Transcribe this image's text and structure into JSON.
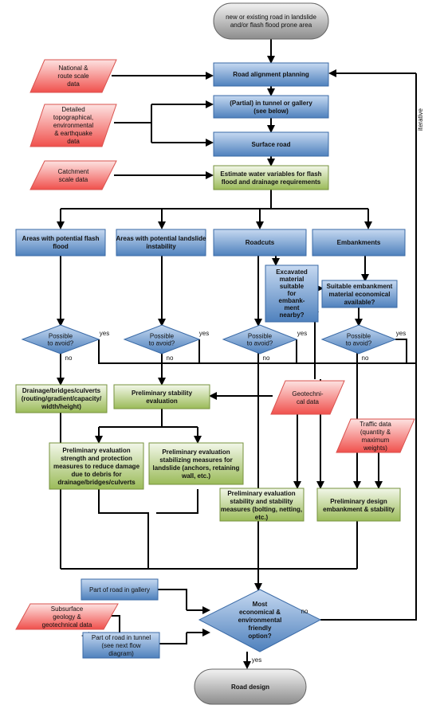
{
  "nodes": {
    "start": [
      "new or existing road in landslide",
      "and/or flash flood prone area"
    ],
    "end": [
      "Road design"
    ],
    "data_national": [
      "National &",
      "route scale",
      "data"
    ],
    "data_detailed": [
      "Detailed",
      "topographical,",
      "environmental",
      "& earthquake",
      "data"
    ],
    "data_catchment": [
      "Catchment",
      "scale data"
    ],
    "data_geotech": [
      "Geotechni-",
      "cal data"
    ],
    "data_traffic": [
      "Traffic data",
      "(quantity &",
      "maximum",
      "weights)"
    ],
    "data_subsurface": [
      "Subsurface",
      "geology &",
      "geotechnical  data"
    ],
    "road_alignment": [
      "Road alignment planning"
    ],
    "tunnel_gallery": [
      "(Partial) in tunnel or gallery",
      "(see below)"
    ],
    "surface_road": [
      "Surface road"
    ],
    "estimate_water": [
      "Estimate water variables for flash",
      "flood and drainage requirements"
    ],
    "areas_flash": [
      "Areas with potential flash",
      "flood"
    ],
    "areas_landslide": [
      "Areas with potential landslide",
      "instability"
    ],
    "roadcuts": [
      "Roadcuts"
    ],
    "embankments": [
      "Embankments"
    ],
    "excavated": [
      "Excavated",
      "material",
      "suitable",
      "for",
      "embank-",
      "ment",
      "nearby?"
    ],
    "suitable_embank": [
      "Suitable embankment",
      "material economical",
      "available?"
    ],
    "avoid1": [
      "Possible",
      "to avoid?"
    ],
    "avoid2": [
      "Possible",
      "to avoid?"
    ],
    "avoid3": [
      "Possible",
      "to avoid?"
    ],
    "avoid4": [
      "Possible",
      "to avoid?"
    ],
    "drainage": [
      "Drainage/bridges/culverts",
      "(routing/gradient/capacity/",
      "width/height)"
    ],
    "prelim_stability": [
      "Preliminary stability",
      "evaluation"
    ],
    "prelim_strength": [
      "Preliminary evaluation",
      "strength and protection",
      "measures to reduce damage",
      "due to debris for",
      "drainage/bridges/culverts"
    ],
    "prelim_stabilizing": [
      "Preliminary evaluation",
      "stabilizing measures for",
      "landslide (anchors, retaining",
      "wall, etc.)"
    ],
    "prelim_bolting": [
      "Preliminary evaluation",
      "stability and stability",
      "measures (bolting, netting,",
      "etc.)"
    ],
    "prelim_design": [
      "Preliminary design",
      "embankment & stability"
    ],
    "part_gallery": [
      "Part of road in gallery"
    ],
    "part_tunnel": [
      "Part of road in tunnel",
      "(see next flow",
      "diagram)"
    ],
    "most_economical": [
      "Most",
      "economical &",
      "environmental",
      "friendly",
      "option?"
    ]
  },
  "edge_labels": {
    "iterative": "iterative",
    "yes1": "yes",
    "yes2": "yes",
    "yes3": "yes",
    "yes4": "yes",
    "no1": "no",
    "no2": "no",
    "no3": "no",
    "no4": "no",
    "no_final": "no",
    "yes_final": "yes"
  },
  "colors": {
    "blue_box": "#4f81bd",
    "blue_light": "#a9c4e8",
    "green_box": "#9bbb59",
    "green_light": "#e3eed3",
    "red_data": "#f4605c",
    "red_light": "#fcdcdb",
    "terminal": "#a6a6a6",
    "terminal_light": "#efefef"
  }
}
